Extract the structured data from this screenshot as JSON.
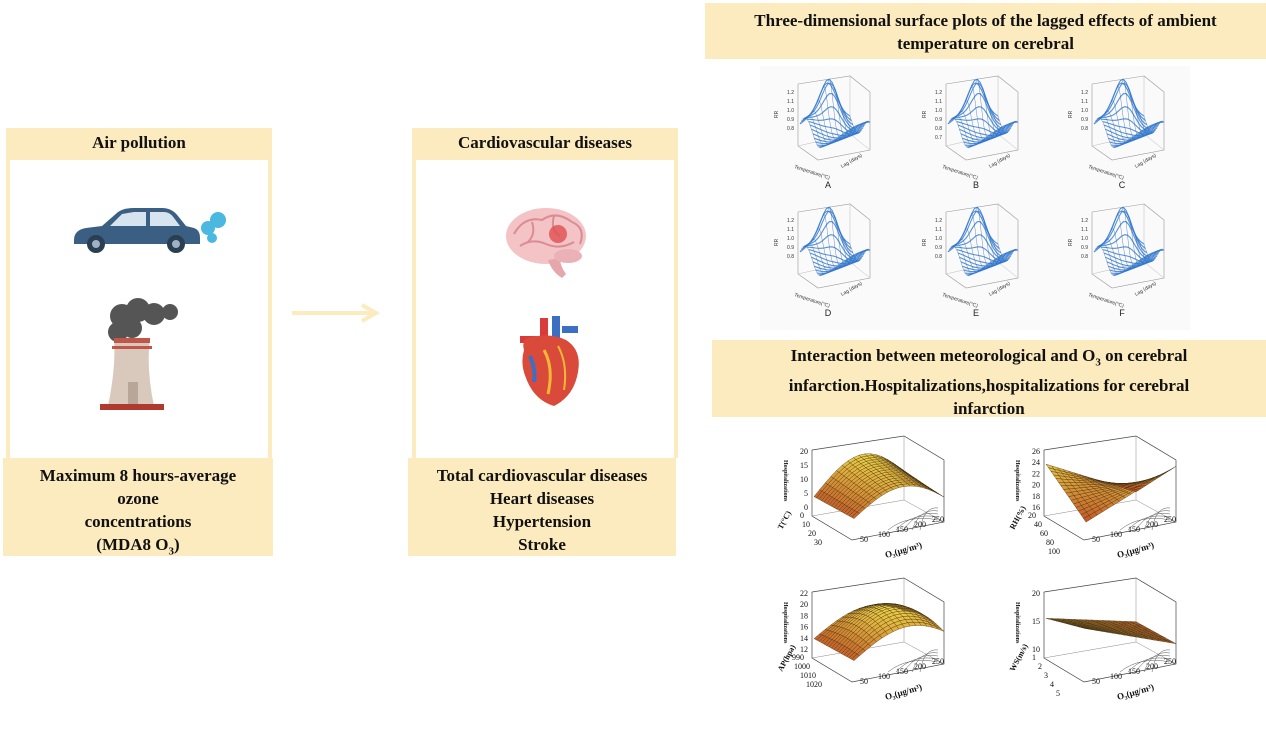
{
  "air_pollution": {
    "title": "Air pollution",
    "footer_lines": [
      "Maximum 8 hours-average",
      "ozone",
      "concentrations"
    ],
    "footer_last_prefix": "(MDA8 O",
    "footer_last_sub": "3",
    "footer_last_suffix": ")",
    "icons": [
      "car-with-exhaust-icon",
      "factory-chimney-smoke-icon"
    ]
  },
  "cardiovascular": {
    "title": "Cardiovascular diseases",
    "footer_lines": [
      "Total cardiovascular diseases",
      "Heart diseases",
      "Hypertension",
      "Stroke"
    ],
    "icons": [
      "brain-icon",
      "heart-icon"
    ]
  },
  "temperature_section": {
    "title": "Three-dimensional surface plots of the lagged effects of ambient temperature on cerebral",
    "plots": [
      {
        "label": "A",
        "zticks": [
          "1.2",
          "1.1",
          "1.0",
          "0.9",
          "0.8"
        ],
        "zlabel": "RR"
      },
      {
        "label": "B",
        "zticks": [
          "1.2",
          "1.1",
          "1.0",
          "0.9",
          "0.8",
          "0.7"
        ],
        "zlabel": "RR"
      },
      {
        "label": "C",
        "zticks": [
          "1.2",
          "1.1",
          "1.0",
          "0.9",
          "0.8"
        ],
        "zlabel": "RR"
      },
      {
        "label": "D",
        "zticks": [
          "1.2",
          "1.1",
          "1.0",
          "0.9",
          "0.8"
        ],
        "zlabel": "RR"
      },
      {
        "label": "E",
        "zticks": [
          "1.2",
          "1.1",
          "1.0",
          "0.9",
          "0.8"
        ],
        "zlabel": "RR"
      },
      {
        "label": "F",
        "zticks": [
          "1.2",
          "1.1",
          "1.0",
          "0.9",
          "0.8"
        ],
        "zlabel": "RR"
      }
    ],
    "xlabel": "Temperature(°C)",
    "ylabel": "Lag (days)"
  },
  "interaction_section": {
    "title_prefix": "Interaction between meteorological and O",
    "title_sub": "3",
    "title_suffix": " on cerebral infarction.Hospitalizations,hospitalizations for cerebral infarction",
    "plots": [
      {
        "zlabel": "Hospitalizations",
        "zticks": [
          "20",
          "15",
          "10",
          "5",
          "0"
        ],
        "var": "T(°C)",
        "var_ticks": [
          "0",
          "10",
          "20",
          "30"
        ],
        "o3_ticks": [
          "50",
          "100",
          "150",
          "200",
          "250"
        ],
        "o3_label": "O₃(μg/m³)"
      },
      {
        "zlabel": "Hospitalizations",
        "zticks": [
          "26",
          "24",
          "22",
          "20",
          "18",
          "16"
        ],
        "var": "RH(%)",
        "var_ticks": [
          "20",
          "40",
          "60",
          "80",
          "100"
        ],
        "o3_ticks": [
          "50",
          "100",
          "150",
          "200",
          "250"
        ],
        "o3_label": "O₃(μg/m³)"
      },
      {
        "zlabel": "Hospitalizations",
        "zticks": [
          "22",
          "20",
          "18",
          "16",
          "14",
          "12"
        ],
        "var": "AP(hpa)",
        "var_ticks": [
          "990",
          "1000",
          "1010",
          "1020"
        ],
        "o3_ticks": [
          "50",
          "100",
          "150",
          "200",
          "250"
        ],
        "o3_label": "O₃(μg/m³)"
      },
      {
        "zlabel": "Hospitalizations",
        "zticks": [
          "20",
          "15",
          "10"
        ],
        "var": "WS(m/s)",
        "var_ticks": [
          "1",
          "2",
          "3",
          "4",
          "5"
        ],
        "o3_ticks": [
          "50",
          "100",
          "150",
          "200",
          "250"
        ],
        "o3_label": "O₃(μg/m³)"
      }
    ]
  },
  "colors": {
    "band": "#fcebbf",
    "arrow": "#fcebbf",
    "blue_surface": "#3a7fd4",
    "heat_low": "#b0281a",
    "heat_high": "#f2e24a"
  }
}
